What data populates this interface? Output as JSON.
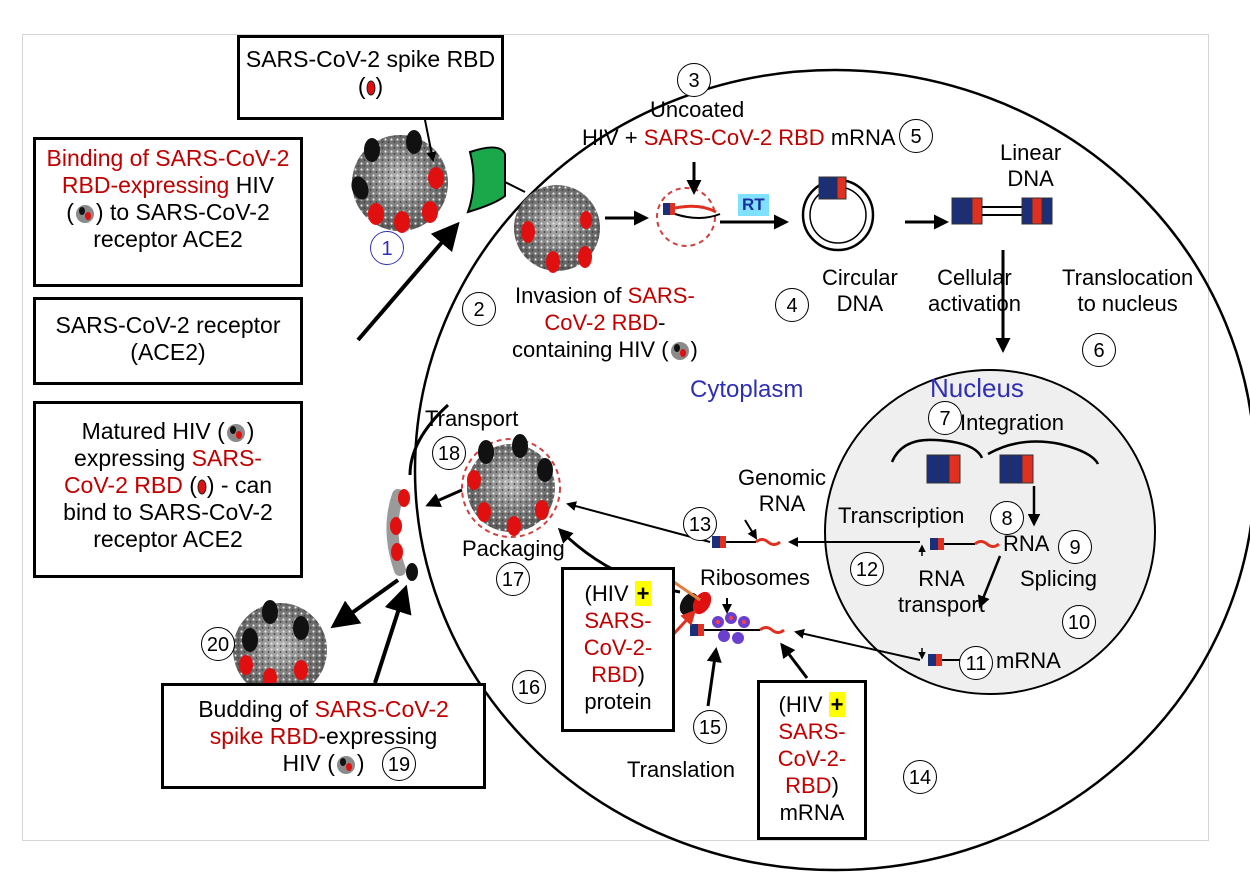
{
  "boxes": {
    "spike_rbd": {
      "line1": "SARS-CoV-2 spike RBD",
      "open": "(",
      "close": ")"
    },
    "binding": {
      "red1": "Binding of SARS-CoV-2",
      "red2": "RBD-expressing",
      "plain2": " HIV",
      "l3_open": "(",
      "l3_rest": ") to SARS-CoV-2",
      "line4": "receptor ACE2"
    },
    "receptor": {
      "line1": "SARS-CoV-2 receptor",
      "line2": "(ACE2)"
    },
    "matured": {
      "l1a": "Matured HIV (",
      "l1b": ")",
      "l2a": "expressing ",
      "l2b": "SARS-",
      "l3a": "CoV-2 RBD",
      "l3b": " (",
      "l3c": ") - can",
      "line4": "bind to SARS-CoV-2",
      "line5": "receptor ACE2"
    },
    "budding": {
      "l1a": "Budding of ",
      "l1b": "SARS-CoV-2",
      "l2a": "spike RBD",
      "l2b": "-expressing",
      "l3a": "HIV (",
      "l3b": ")"
    },
    "protein": {
      "l1a": "(HIV ",
      "plus": "+",
      "l2": "SARS-",
      "l3": "CoV-2-",
      "l4a": "RBD",
      "l4b": ")",
      "l5": "protein"
    },
    "mrna": {
      "l1a": "(HIV ",
      "plus": "+",
      "l2": "SARS-",
      "l3": "CoV-2-",
      "l4a": "RBD",
      "l4b": ")",
      "l5": "mRNA"
    }
  },
  "labels": {
    "uncoated": "Uncoated",
    "hiv_plus": "HIV + ",
    "rbd_mrna_red": "SARS-CoV-2 RBD",
    "mrna_word": " mRNA",
    "linear_dna_1": "Linear",
    "linear_dna_2": "DNA",
    "rt": "RT",
    "invasion_1a": "Invasion of ",
    "invasion_1b": "SARS-",
    "invasion_2a": "CoV-2 RBD",
    "invasion_2b": "-",
    "invasion_3a": "containing HIV (",
    "invasion_3b": ")",
    "circular_1": "Circular",
    "circular_2": "DNA",
    "cellular_1": "Cellular",
    "cellular_2": "activation",
    "translocation_1": "Translocation",
    "translocation_2": "to nucleus",
    "cytoplasm": "Cytoplasm",
    "nucleus": "Nucleus",
    "integration": "Integration",
    "transport": "Transport",
    "genomic_1": "Genomic",
    "genomic_2": "RNA",
    "transcription": "Transcription",
    "rna": "RNA",
    "rna_transport_1": "RNA",
    "rna_transport_2": "transport",
    "splicing": "Splicing",
    "ribosomes": "Ribosomes",
    "packaging": "Packaging",
    "mrna_label": "mRNA",
    "translation": "Translation"
  },
  "steps": [
    "1",
    "2",
    "3",
    "4",
    "5",
    "6",
    "7",
    "8",
    "9",
    "10",
    "11",
    "12",
    "13",
    "14",
    "15",
    "16",
    "17",
    "18",
    "19",
    "20"
  ],
  "colors": {
    "red_text": "#c00000",
    "blue_text": "#2f2fb4",
    "ace2_green": "#1aa84a",
    "rt_bg": "#7fe0ff",
    "highlight": "#ffff00"
  }
}
